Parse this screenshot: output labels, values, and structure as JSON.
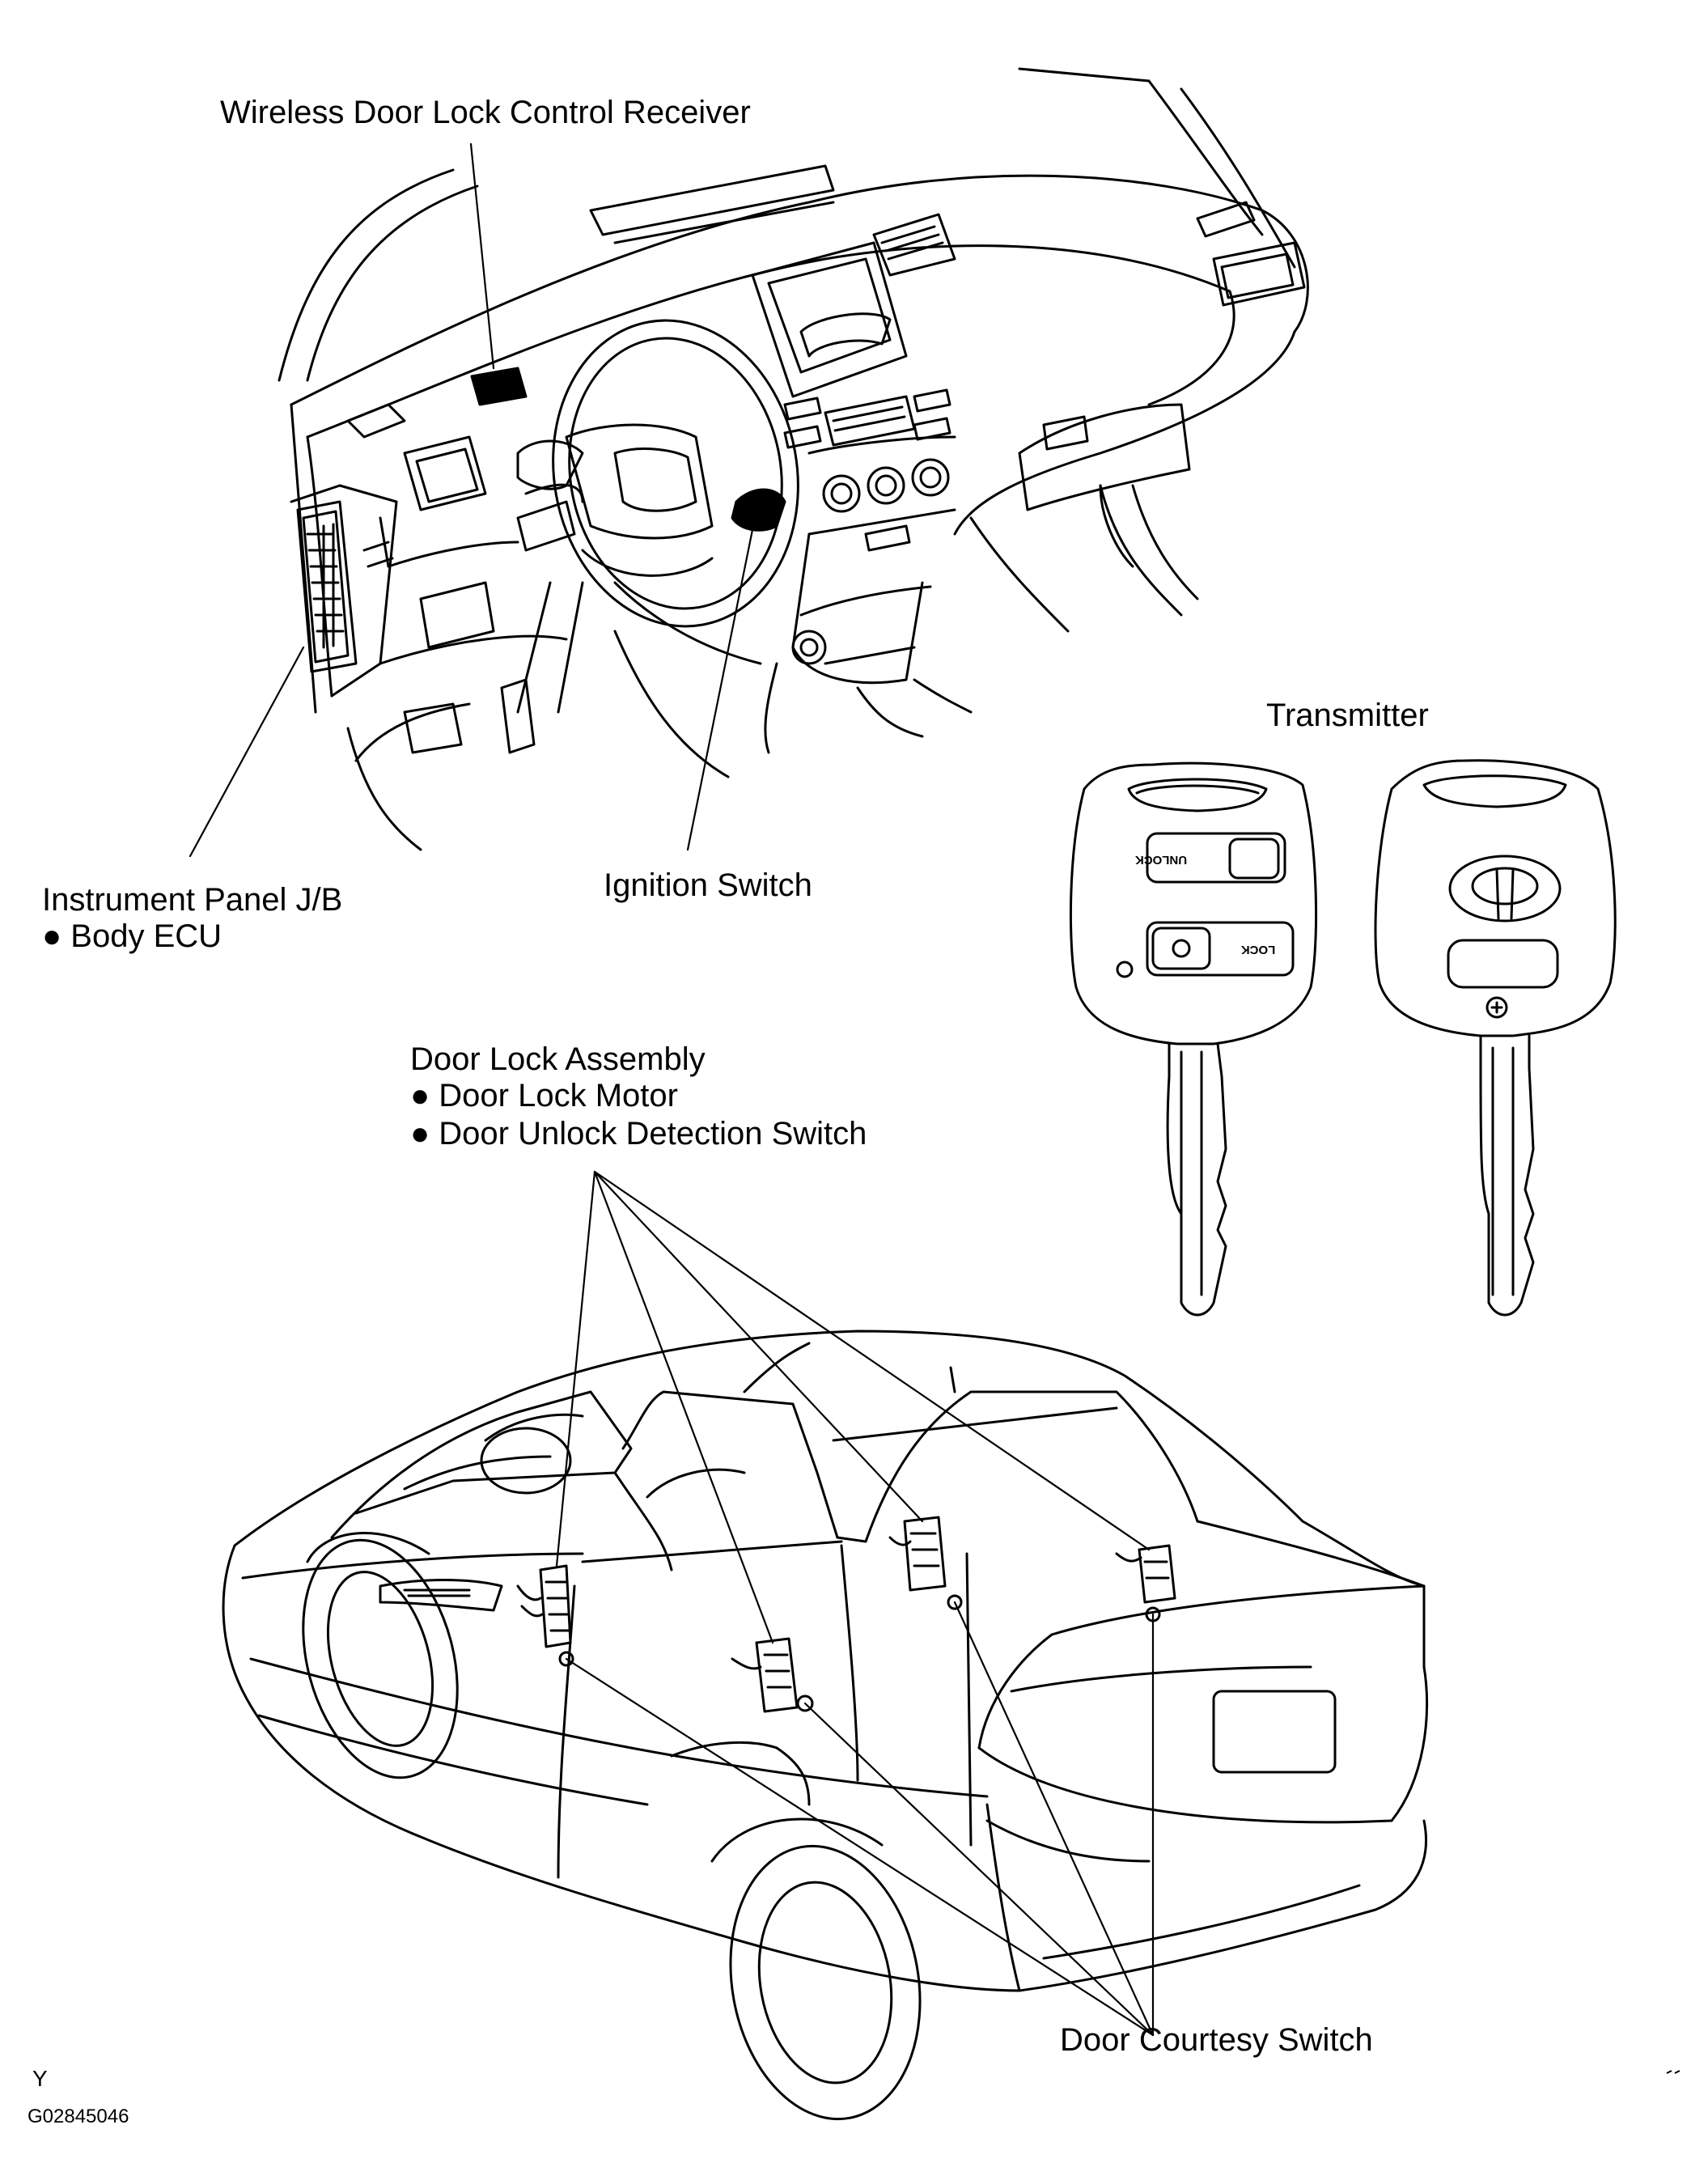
{
  "labels": {
    "wireless_receiver": "Wireless Door Lock Control Receiver",
    "transmitter": "Transmitter",
    "instrument_panel_jb": "Instrument Panel J/B",
    "body_ecu": "Body ECU",
    "ignition_switch": "Ignition Switch",
    "door_lock_assembly": "Door Lock Assembly",
    "door_lock_motor": "Door Lock Motor",
    "door_unlock_detection_switch": "Door Unlock Detection Switch",
    "door_courtesy_switch": "Door Courtesy Switch"
  },
  "key_buttons": {
    "unlock": "UNLOCK",
    "lock": "LOCK"
  },
  "footer": {
    "corner_letter": "Y",
    "figure_code": "G02845046"
  }
}
